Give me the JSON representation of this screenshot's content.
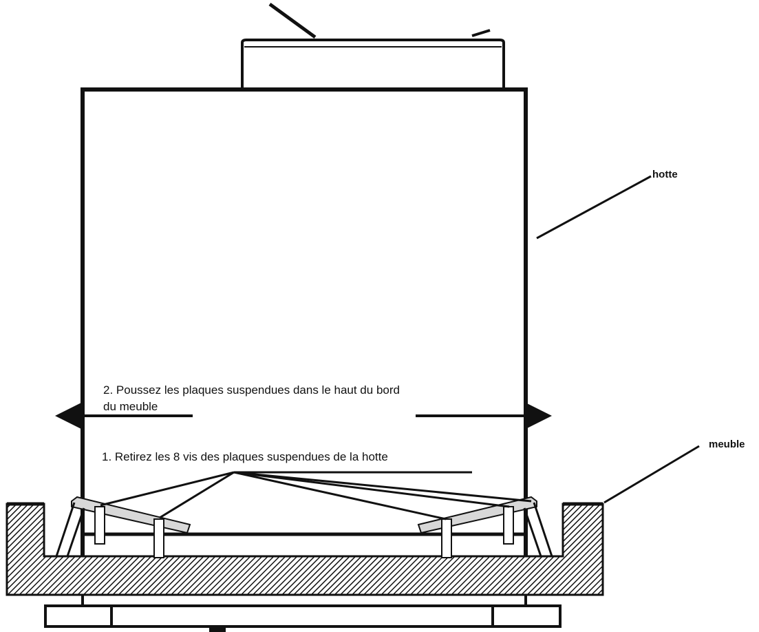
{
  "labels": {
    "hood": "hotte",
    "cabinet": "meuble"
  },
  "steps": {
    "step2_line1": "2. Poussez les plaques suspendues dans le haut du bord",
    "step2_line2": "du meuble",
    "step1": "1. Retirez les 8 vis des plaques suspendues de la hotte"
  },
  "colors": {
    "line": "#111111",
    "hatch": "#111111",
    "plate_fill": "#d8d8d8",
    "background": "#ffffff"
  }
}
